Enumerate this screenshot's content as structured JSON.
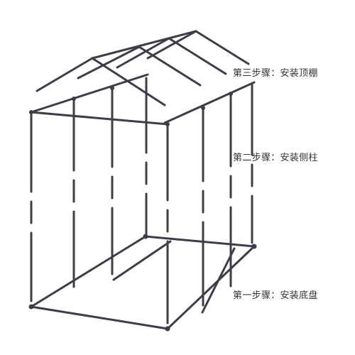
{
  "steps": {
    "step3": "第三步骤：安装顶棚",
    "step2": "第二步骤：安装侧柱",
    "step1": "第一步骤：安装底盘"
  },
  "colors": {
    "pipe": "#3c3f47",
    "text": "#333333",
    "background": "#ffffff"
  }
}
